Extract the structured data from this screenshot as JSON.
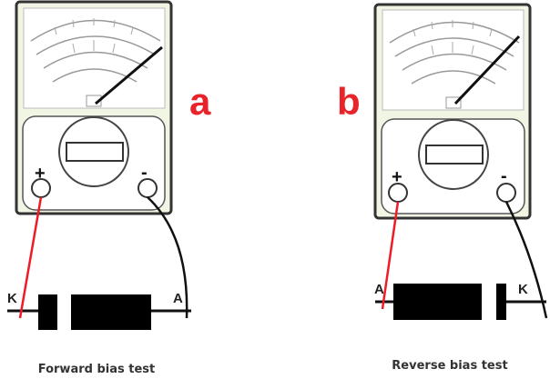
{
  "panels": [
    {
      "label": "a",
      "caption": "Forward bias test",
      "plus": "+",
      "minus": "-",
      "left_lead": "K",
      "right_lead": "A"
    },
    {
      "label": "b",
      "caption": "Reverse bias test",
      "plus": "+",
      "minus": "-",
      "left_lead": "A",
      "right_lead": "K"
    }
  ],
  "colors": {
    "red_probe": "#ee1c24",
    "black_probe": "#111111",
    "meter_body": "#f1f6e4",
    "label_red": "#e8232a"
  }
}
